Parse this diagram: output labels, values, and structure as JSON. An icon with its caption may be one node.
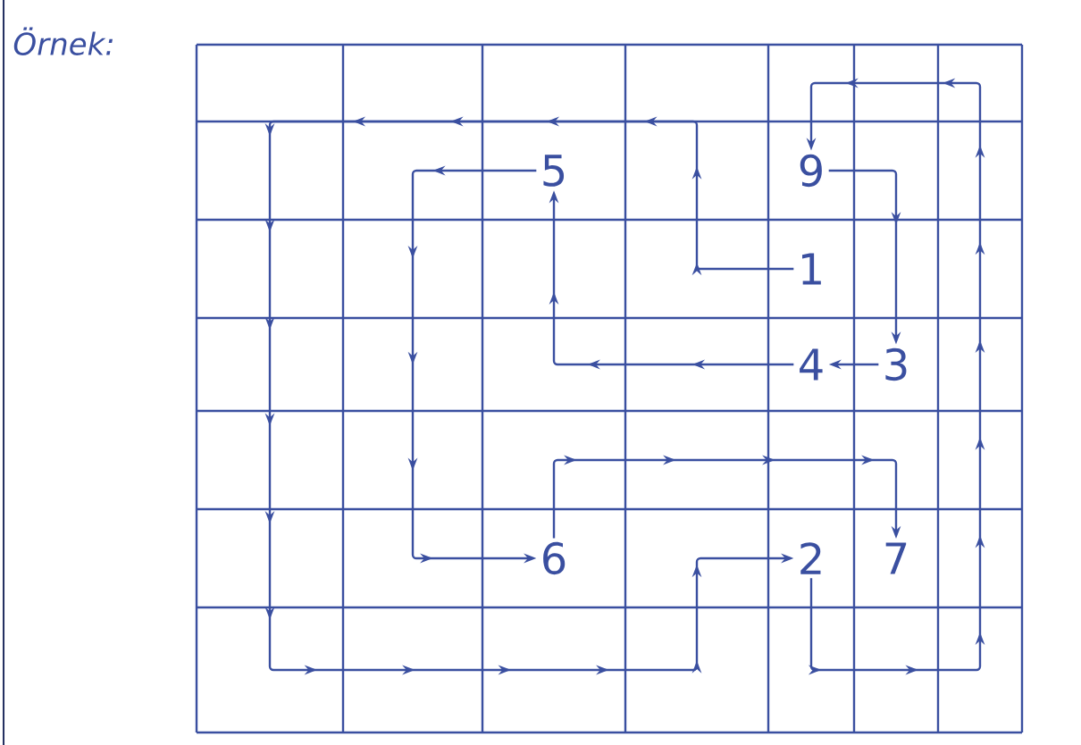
{
  "diagram": {
    "title": "Örnek:",
    "nodes": [
      {
        "text": [
          "5"
        ]
      },
      {
        "text": [
          "9"
        ]
      },
      {
        "text": [
          "1"
        ]
      },
      {
        "text": [
          "4"
        ]
      },
      {
        "text": [
          "3"
        ]
      },
      {
        "text": [
          "6"
        ]
      },
      {
        "text": [
          "2"
        ]
      },
      {
        "text": [
          "7"
        ]
      }
    ],
    "edges": [
      {
        "from": 2,
        "to": 6,
        "arrow": "to"
      },
      {
        "from": 6,
        "to": 1,
        "arrow": "to"
      },
      {
        "from": 1,
        "to": 4,
        "arrow": "to"
      },
      {
        "from": 4,
        "to": 3,
        "arrow": "to"
      },
      {
        "from": 3,
        "to": 0,
        "arrow": "to"
      },
      {
        "from": 0,
        "to": 5,
        "arrow": "to"
      },
      {
        "from": 5,
        "to": 7,
        "arrow": "to"
      }
    ]
  }
}
